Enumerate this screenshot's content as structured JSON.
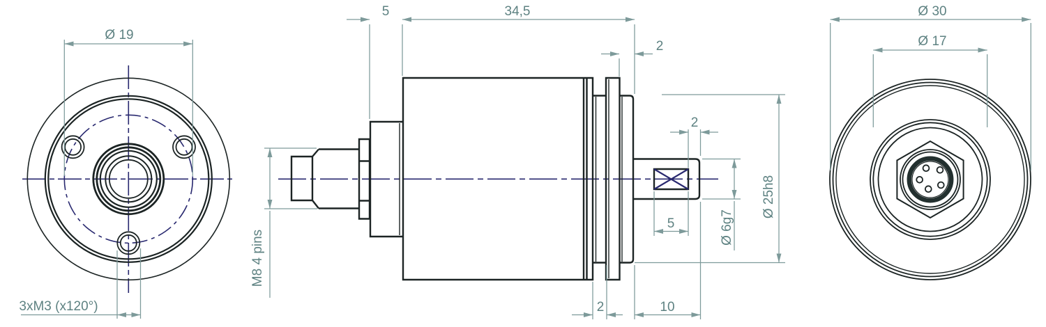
{
  "front_view": {
    "bolt_circle_dim": "Ø 19",
    "mounting_holes_dim": "3xM3 (x120°)"
  },
  "side_view": {
    "flange_width_dim": "5",
    "body_length_dim": "34,5",
    "rear_ring_dim": "2",
    "shaft_end_dim": "2",
    "shaft_flat_dim": "5",
    "shaft_dia_dim": "Ø 6g7",
    "spigot_dia_dim": "Ø 25h8",
    "groove_dim": "2",
    "shaft_length_dim": "10",
    "connector_label": "M8 4 pins"
  },
  "back_view": {
    "outer_dia_dim": "Ø 30",
    "connector_circle_dim": "Ø 17"
  },
  "colors": {
    "object_line": "#1c2424",
    "dimension_line": "#7d9a9a",
    "dimension_text": "#5e8282",
    "centerline": "#28286f"
  }
}
